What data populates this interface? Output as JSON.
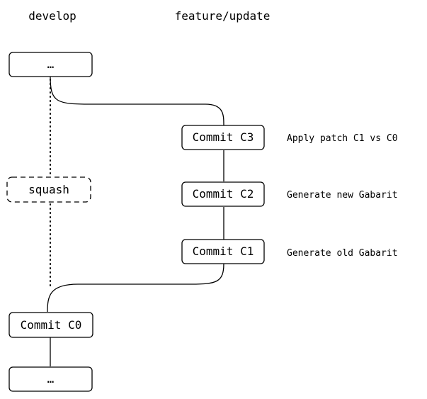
{
  "branches": {
    "develop": "develop",
    "feature": "feature/update"
  },
  "nodes": {
    "dev_top": "…",
    "squash": "squash",
    "c3": "Commit C3",
    "c2": "Commit C2",
    "c1": "Commit C1",
    "c0": "Commit C0",
    "dev_bottom": "…"
  },
  "annotations": {
    "c3": "Apply patch C1 vs C0",
    "c2": "Generate new Gabarit",
    "c1": "Generate old Gabarit"
  },
  "colors": {
    "stroke": "#000000",
    "background": "#ffffff",
    "text": "#000000"
  }
}
